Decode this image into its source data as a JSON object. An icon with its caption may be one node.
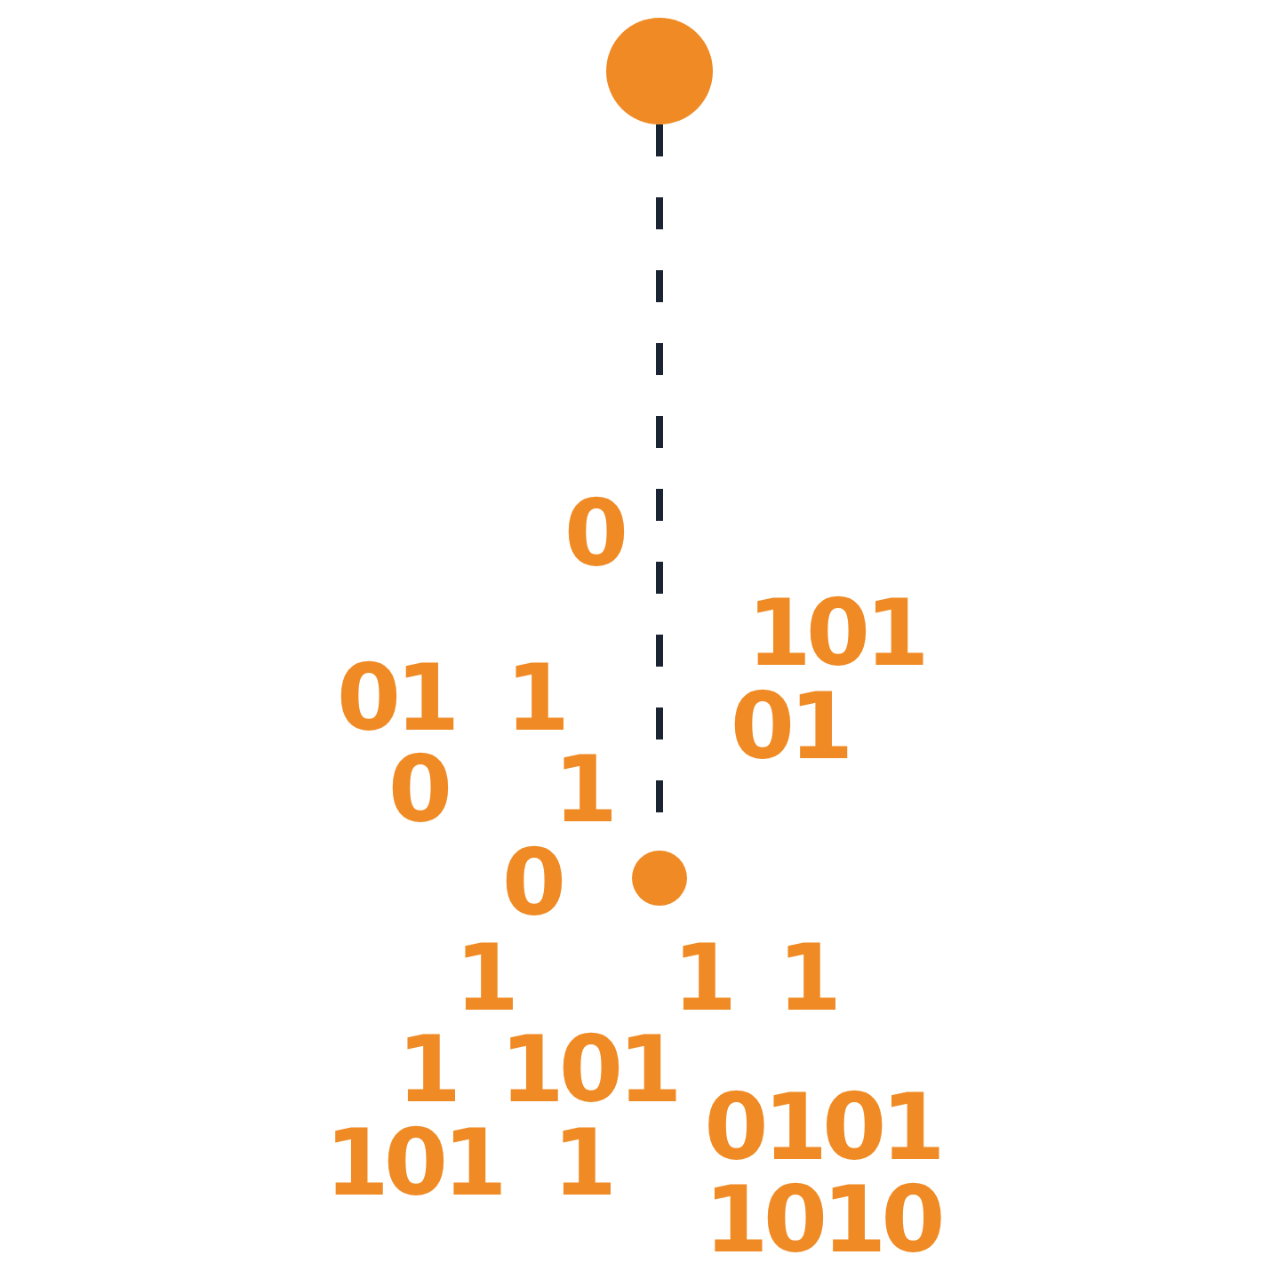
{
  "diagram": {
    "nodes": [
      {
        "text": [],
        "shape": "circle"
      },
      {
        "text": [],
        "shape": "circle"
      }
    ],
    "edges": [
      {
        "from": 0,
        "to": 1,
        "arrow": "none",
        "style": "dashed",
        "color": "#1b2433"
      }
    ],
    "labels": [
      "0",
      "101",
      "01",
      "1",
      "01",
      "0",
      "1",
      "0",
      "1",
      "1",
      "1",
      "1",
      "101",
      "0101",
      "101",
      "1",
      "1010"
    ]
  }
}
